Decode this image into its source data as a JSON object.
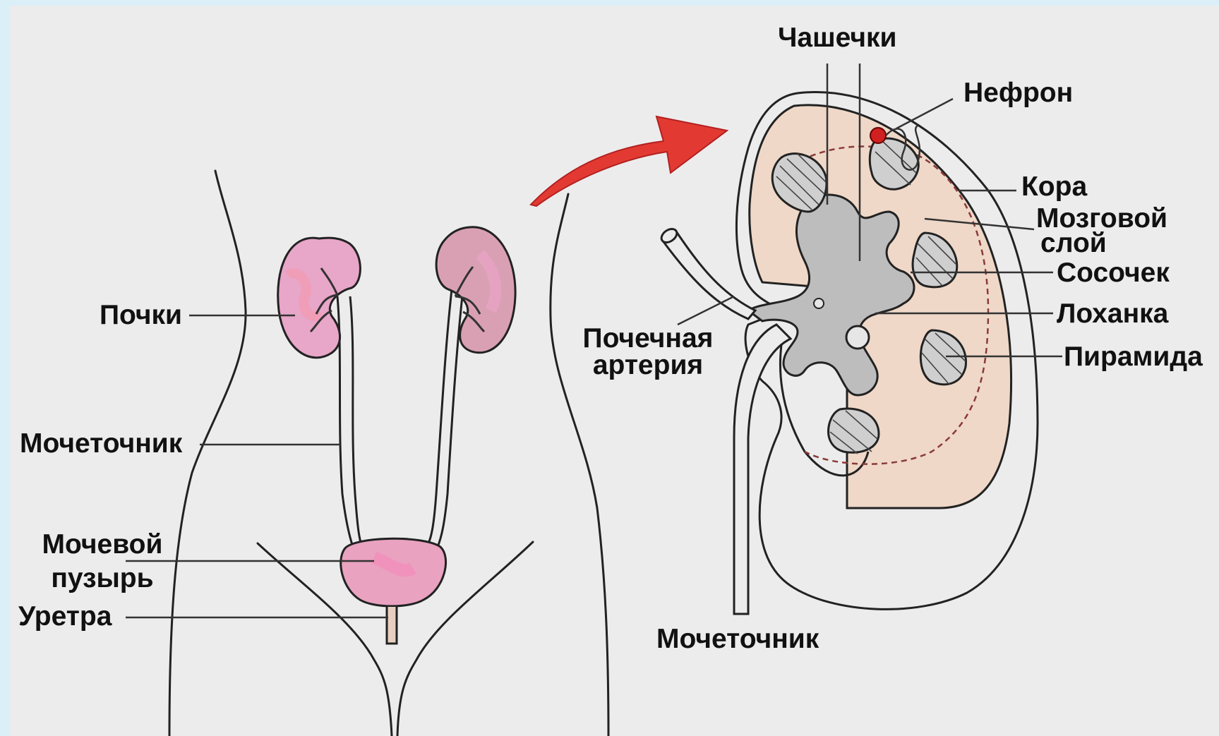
{
  "labels": {
    "kidneys": "Почки",
    "ureter_left": "Мочеточник",
    "bladder_line1": "Мочевой",
    "bladder_line2": "пузырь",
    "urethra": "Уретра",
    "calyces": "Чашечки",
    "nephron": "Нефрон",
    "cortex": "Кора",
    "medulla_line1": "Мозговой",
    "medulla_line2": "слой",
    "papilla": "Сосочек",
    "pelvis": "Лоханка",
    "pyramid": "Пирамида",
    "artery_line1": "Почечная",
    "artery_line2": "артерия",
    "ureter_right": "Мочеточник"
  },
  "colors": {
    "background": "#ececec",
    "border": "#dbeff9",
    "kidney_fill": "#e8a6c8",
    "kidney_spot": "#f49ab0",
    "bladder_fill": "#e9a2c0",
    "cortex_fill": "#efd8c8",
    "pelvis_fill": "#bdbdbd",
    "arrow": "#e23a32",
    "nephron_dot": "#d02020",
    "line": "#222222"
  }
}
